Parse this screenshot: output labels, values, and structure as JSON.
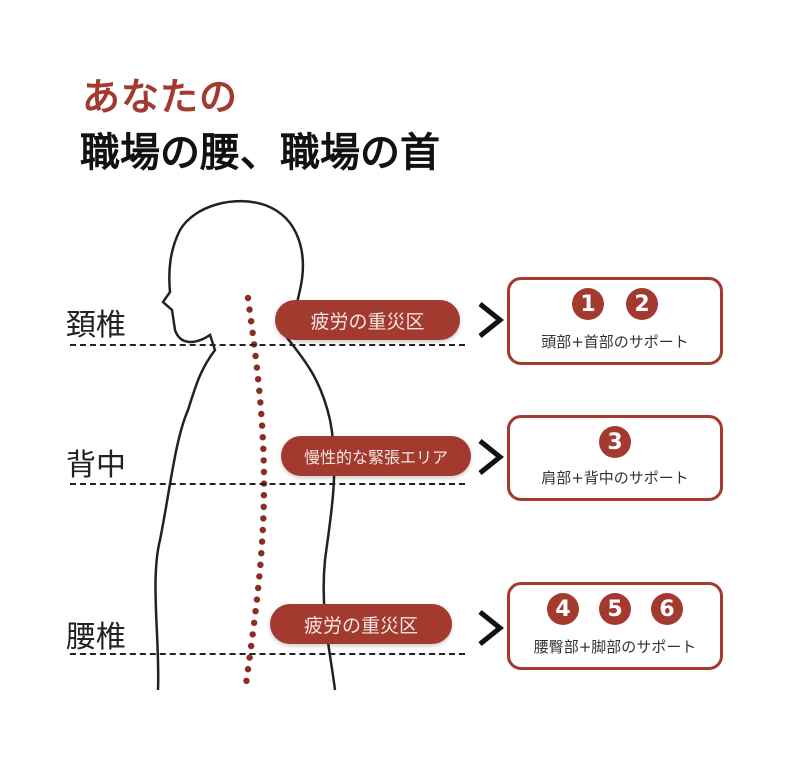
{
  "title": {
    "line1": "あなたの",
    "line2": "職場の腰、職場の首"
  },
  "accent_color": "#a33a2f",
  "regions": [
    {
      "label": "頚椎",
      "pill": "疲労の重災区",
      "numbers": [
        "1",
        "2"
      ],
      "caption": "頭部+首部のサポート"
    },
    {
      "label": "背中",
      "pill": "慢性的な緊張エリア",
      "numbers": [
        "3"
      ],
      "caption": "肩部+背中のサポート"
    },
    {
      "label": "腰椎",
      "pill": "疲労の重災区",
      "numbers": [
        "4",
        "5",
        "6"
      ],
      "caption": "腰臀部+脚部のサポート"
    }
  ]
}
